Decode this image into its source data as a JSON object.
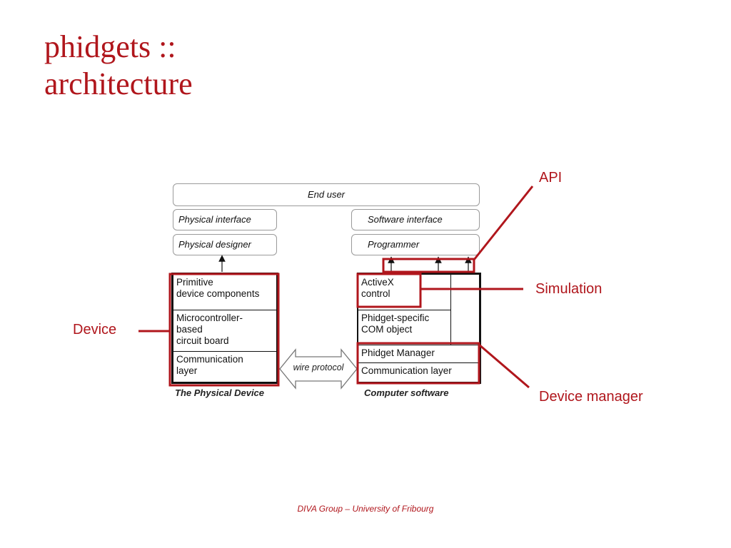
{
  "slide": {
    "title_line1": "phidgets ::",
    "title_line2": "architecture",
    "footer": "DIVA Group – University of Fribourg"
  },
  "diagram": {
    "end_user": "End user",
    "physical_interface": "Physical interface",
    "physical_designer": "Physical designer",
    "software_interface": "Software interface",
    "programmer": "Programmer",
    "device_stack": {
      "primitive": "Primitive\ndevice components",
      "microcontroller": "Microcontroller-\nbased\ncircuit board",
      "communication": "Communication\nlayer"
    },
    "software_stack": {
      "activex": "ActiveX\ncontrol",
      "com_object": "Phidget-specific\nCOM object",
      "manager": "Phidget Manager",
      "communication": "Communication layer"
    },
    "wire_protocol": "wire protocol",
    "caption_device": "The Physical Device",
    "caption_software": "Computer software"
  },
  "callouts": {
    "api": "API",
    "simulation": "Simulation",
    "device": "Device",
    "device_manager": "Device manager"
  },
  "colors": {
    "accent_red": "#b0161c",
    "title_red": "#b0161c"
  }
}
